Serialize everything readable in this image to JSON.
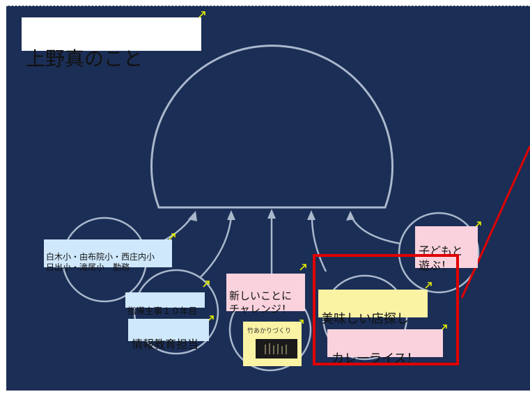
{
  "title": "上野真のこと",
  "notes": [
    {
      "id": "schools",
      "text": "白木小・由布院小・西庄内小\n日出小・滝尾小　勤務"
    },
    {
      "id": "leader",
      "text": "指導主事１０年目"
    },
    {
      "id": "ict",
      "text": "情報教育担当"
    },
    {
      "id": "challenge",
      "text": "新しいことに\nチャレンジ！"
    },
    {
      "id": "play",
      "text": "子どもと\n遊ぶ！"
    },
    {
      "id": "restaurant",
      "text": "美味しい店探し"
    },
    {
      "id": "curry",
      "text": "カレーライス！"
    }
  ],
  "sticker": {
    "handwritten": "竹あかりづくり",
    "icon": "bamboo-lantern-photo"
  },
  "colors": {
    "board": "#1b2e56",
    "line": "#aab8cc",
    "blue_note": "#cfe8fb",
    "pink_note": "#f9d2dd",
    "yellow_note": "#fbf3a4",
    "highlight": "#e00000",
    "pointer": "#e00000",
    "resize_arrow": "#e8f000"
  }
}
